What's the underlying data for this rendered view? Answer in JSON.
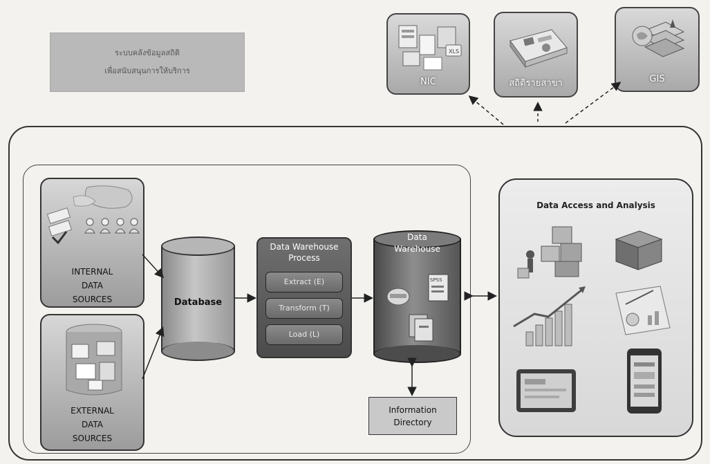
{
  "header_box": {
    "line1": "ระบบคลังข้อมูลสถิติ",
    "line2": "เพื่อสนับสนุนการให้บริการ"
  },
  "outputs": [
    {
      "label": "NIC",
      "icon": "documents-icon"
    },
    {
      "label": "สถิติรายสาขา",
      "icon": "report-book-icon"
    },
    {
      "label": "GIS",
      "icon": "map-layers-icon"
    }
  ],
  "sources": {
    "internal": {
      "line1": "INTERNAL",
      "line2": "DATA",
      "line3": "SOURCES"
    },
    "external": {
      "line1": "EXTERNAL",
      "line2": "DATA",
      "line3": "SOURCES"
    }
  },
  "database": {
    "label": "Database"
  },
  "dw_process": {
    "title_line1": "Data Warehouse",
    "title_line2": "Process",
    "steps": [
      "Extract (E)",
      "Transform (T)",
      "Load (L)"
    ]
  },
  "data_warehouse": {
    "line1": "Data",
    "line2": "Warehouse",
    "icons": [
      "server-icon",
      "spss-doc-icon",
      "files-icon"
    ]
  },
  "info_directory": {
    "line1": "Information",
    "line2": "Directory"
  },
  "data_access": {
    "title": "Data Access and Analysis"
  },
  "colors": {
    "frame": "#333333",
    "card_grey": "#b0b0b0",
    "dark_grey": "#5a5a5a"
  }
}
